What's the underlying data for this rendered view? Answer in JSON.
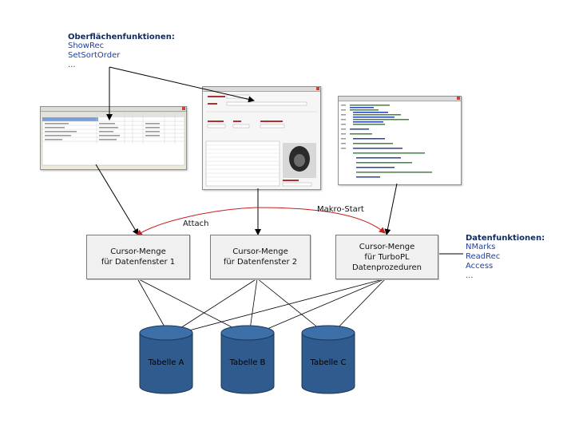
{
  "surface_functions": {
    "title": "Oberflächenfunktionen:",
    "items": [
      "ShowRec",
      "SetSortOrder",
      "..."
    ]
  },
  "data_functions": {
    "title": "Datenfunktionen:",
    "items": [
      "NMarks",
      "ReadRec",
      "Access",
      "..."
    ]
  },
  "cursor_sets": [
    {
      "lines": [
        "Cursor-Menge",
        "für Datenfenster 1"
      ]
    },
    {
      "lines": [
        "Cursor-Menge",
        "für Datenfenster 2"
      ]
    },
    {
      "lines": [
        "Cursor-Menge",
        "für TurboPL",
        "Datenprozeduren"
      ]
    }
  ],
  "tables": [
    "Tabelle A",
    "Tabelle B",
    "Tabelle C"
  ],
  "arc_labels": {
    "attach": "Attach",
    "makro_start": "Makro-Start"
  },
  "colors": {
    "drum_fill": "#2f5b8e",
    "drum_top": "#3d6fa8",
    "arc_color": "#c81e1e",
    "title_color": "#102a5c",
    "item_color": "#2040a0"
  }
}
